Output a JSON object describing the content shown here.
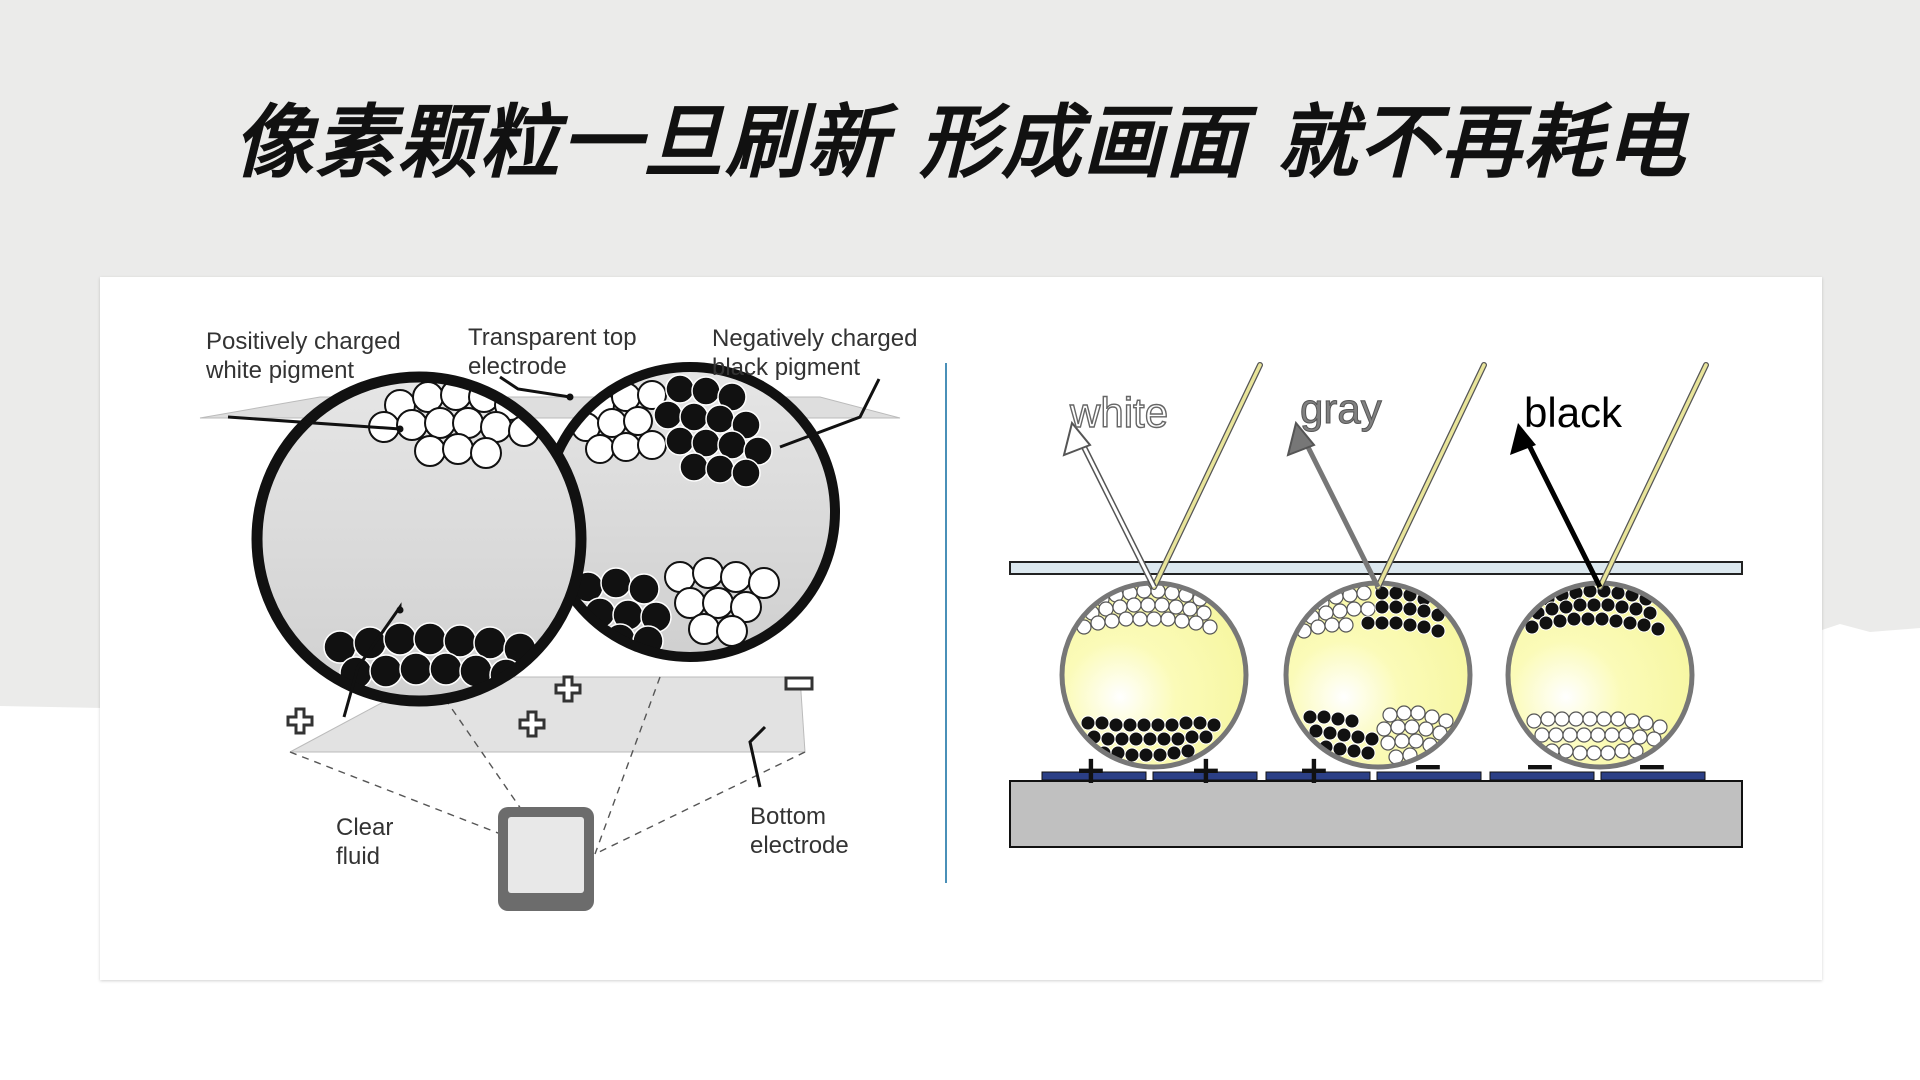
{
  "title": "像素颗粒一旦刷新 形成画面 就不再耗电",
  "left_diagram": {
    "label_white_pigment": [
      "Positively charged",
      "white pigment"
    ],
    "label_top_electrode": [
      "Transparent top",
      "electrode"
    ],
    "label_black_pigment": [
      "Negatively charged",
      "black pigment"
    ],
    "label_clear_fluid": [
      "Clear",
      "fluid"
    ],
    "label_bottom_electrode": [
      "Bottom",
      "electrode"
    ]
  },
  "right_diagram": {
    "states": [
      {
        "label": "white",
        "arrow_color": "#ffffff"
      },
      {
        "label": "gray",
        "arrow_color": "#777777"
      },
      {
        "label": "black",
        "arrow_color": "#000000"
      }
    ],
    "electrode_signs": [
      "+",
      "+",
      "+",
      "−",
      "−",
      "−"
    ]
  },
  "colors": {
    "background_gray": "#ebebea",
    "fluid_yellow": "#fbfbb0",
    "light_ray": "#e8e49a",
    "substrate": "#c0c0c0",
    "electrode": "#2b3f86",
    "divider": "#4a90b8"
  }
}
